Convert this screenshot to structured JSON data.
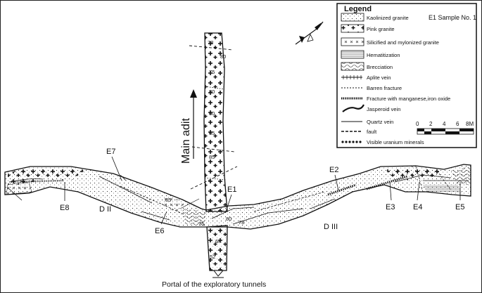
{
  "legend": {
    "title": "Legend",
    "sample_note": "E1  Sample No. 1",
    "items": [
      {
        "key": "kaolinized",
        "label": "Kaolinized granite"
      },
      {
        "key": "pink",
        "label": "Pink granite"
      },
      {
        "key": "silicified",
        "label": "Silicified and mylonized granite"
      },
      {
        "key": "hematitization",
        "label": "Hematitization"
      },
      {
        "key": "brecciation",
        "label": "Brecciation"
      },
      {
        "key": "aplite",
        "label": "Aplite vein"
      },
      {
        "key": "barren",
        "label": "Barren fracture"
      },
      {
        "key": "mn_fe",
        "label": "Fracture with manganese,iron oxide"
      },
      {
        "key": "jasperoid",
        "label": "Jasperoid vein"
      },
      {
        "key": "quartz",
        "label": "Quartz vein"
      },
      {
        "key": "fault",
        "label": "fault"
      },
      {
        "key": "uranium",
        "label": "Visible uranium minerals"
      }
    ],
    "scale": {
      "ticks": [
        "0",
        "2",
        "4",
        "6",
        "8M"
      ]
    }
  },
  "main_adit_label": "Main   adit",
  "portal_label": "Portal of the exploratory tunnels",
  "samples": [
    "E1",
    "E2",
    "E3",
    "E4",
    "E5",
    "E6",
    "E7",
    "E8"
  ],
  "zones": [
    "D II",
    "D III"
  ],
  "dips": [
    "78",
    "75",
    "80",
    "60",
    "65",
    "85",
    "75",
    "80",
    "78",
    "64",
    "52"
  ],
  "colors": {
    "line": "#111111",
    "frame": "#222222",
    "background": "#ffffff"
  }
}
